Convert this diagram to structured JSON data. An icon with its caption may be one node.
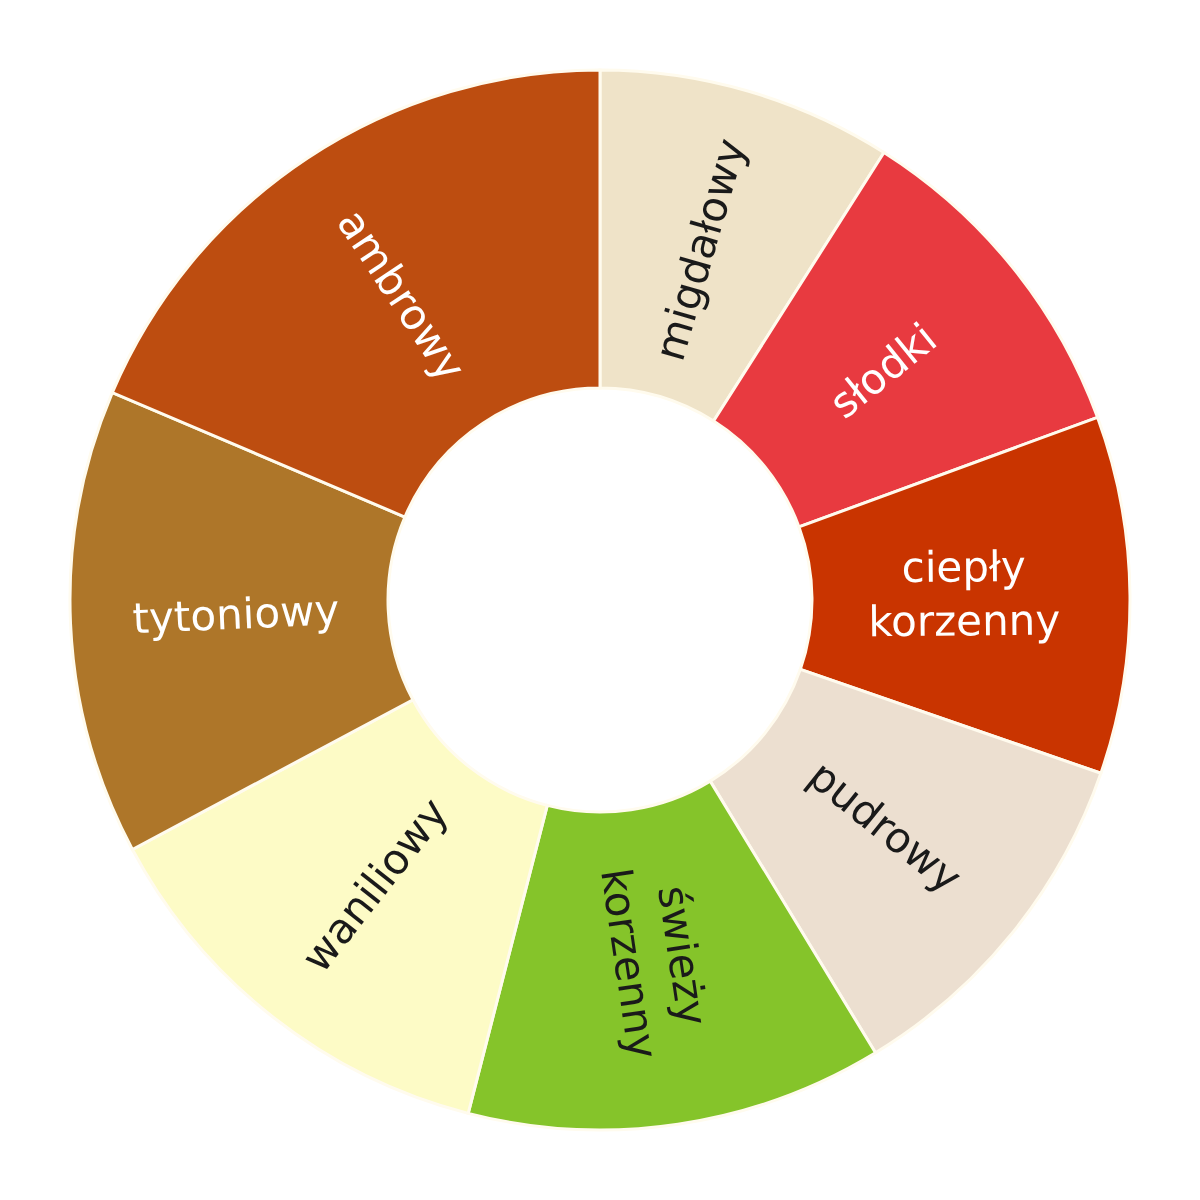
{
  "diagram": {
    "chart_data": {
      "type": "donut",
      "categories": [
        "migdałowy",
        "słodki",
        "ciepły korzenny",
        "pudrowy",
        "świeży korzenny",
        "waniliowy",
        "tytoniowy",
        "ambrowy"
      ],
      "series": [
        {
          "values": [
            9.0,
            10.4,
            10.9,
            11.0,
            12.7,
            13.2,
            14.2,
            18.6
          ],
          "colors": [
            "#efe3c8",
            "#e83a40",
            "#c93400",
            "#ecdfd0",
            "#85c42a",
            "#fdfbc6",
            "#ae7629",
            "#bd4d10"
          ]
        }
      ]
    }
  }
}
